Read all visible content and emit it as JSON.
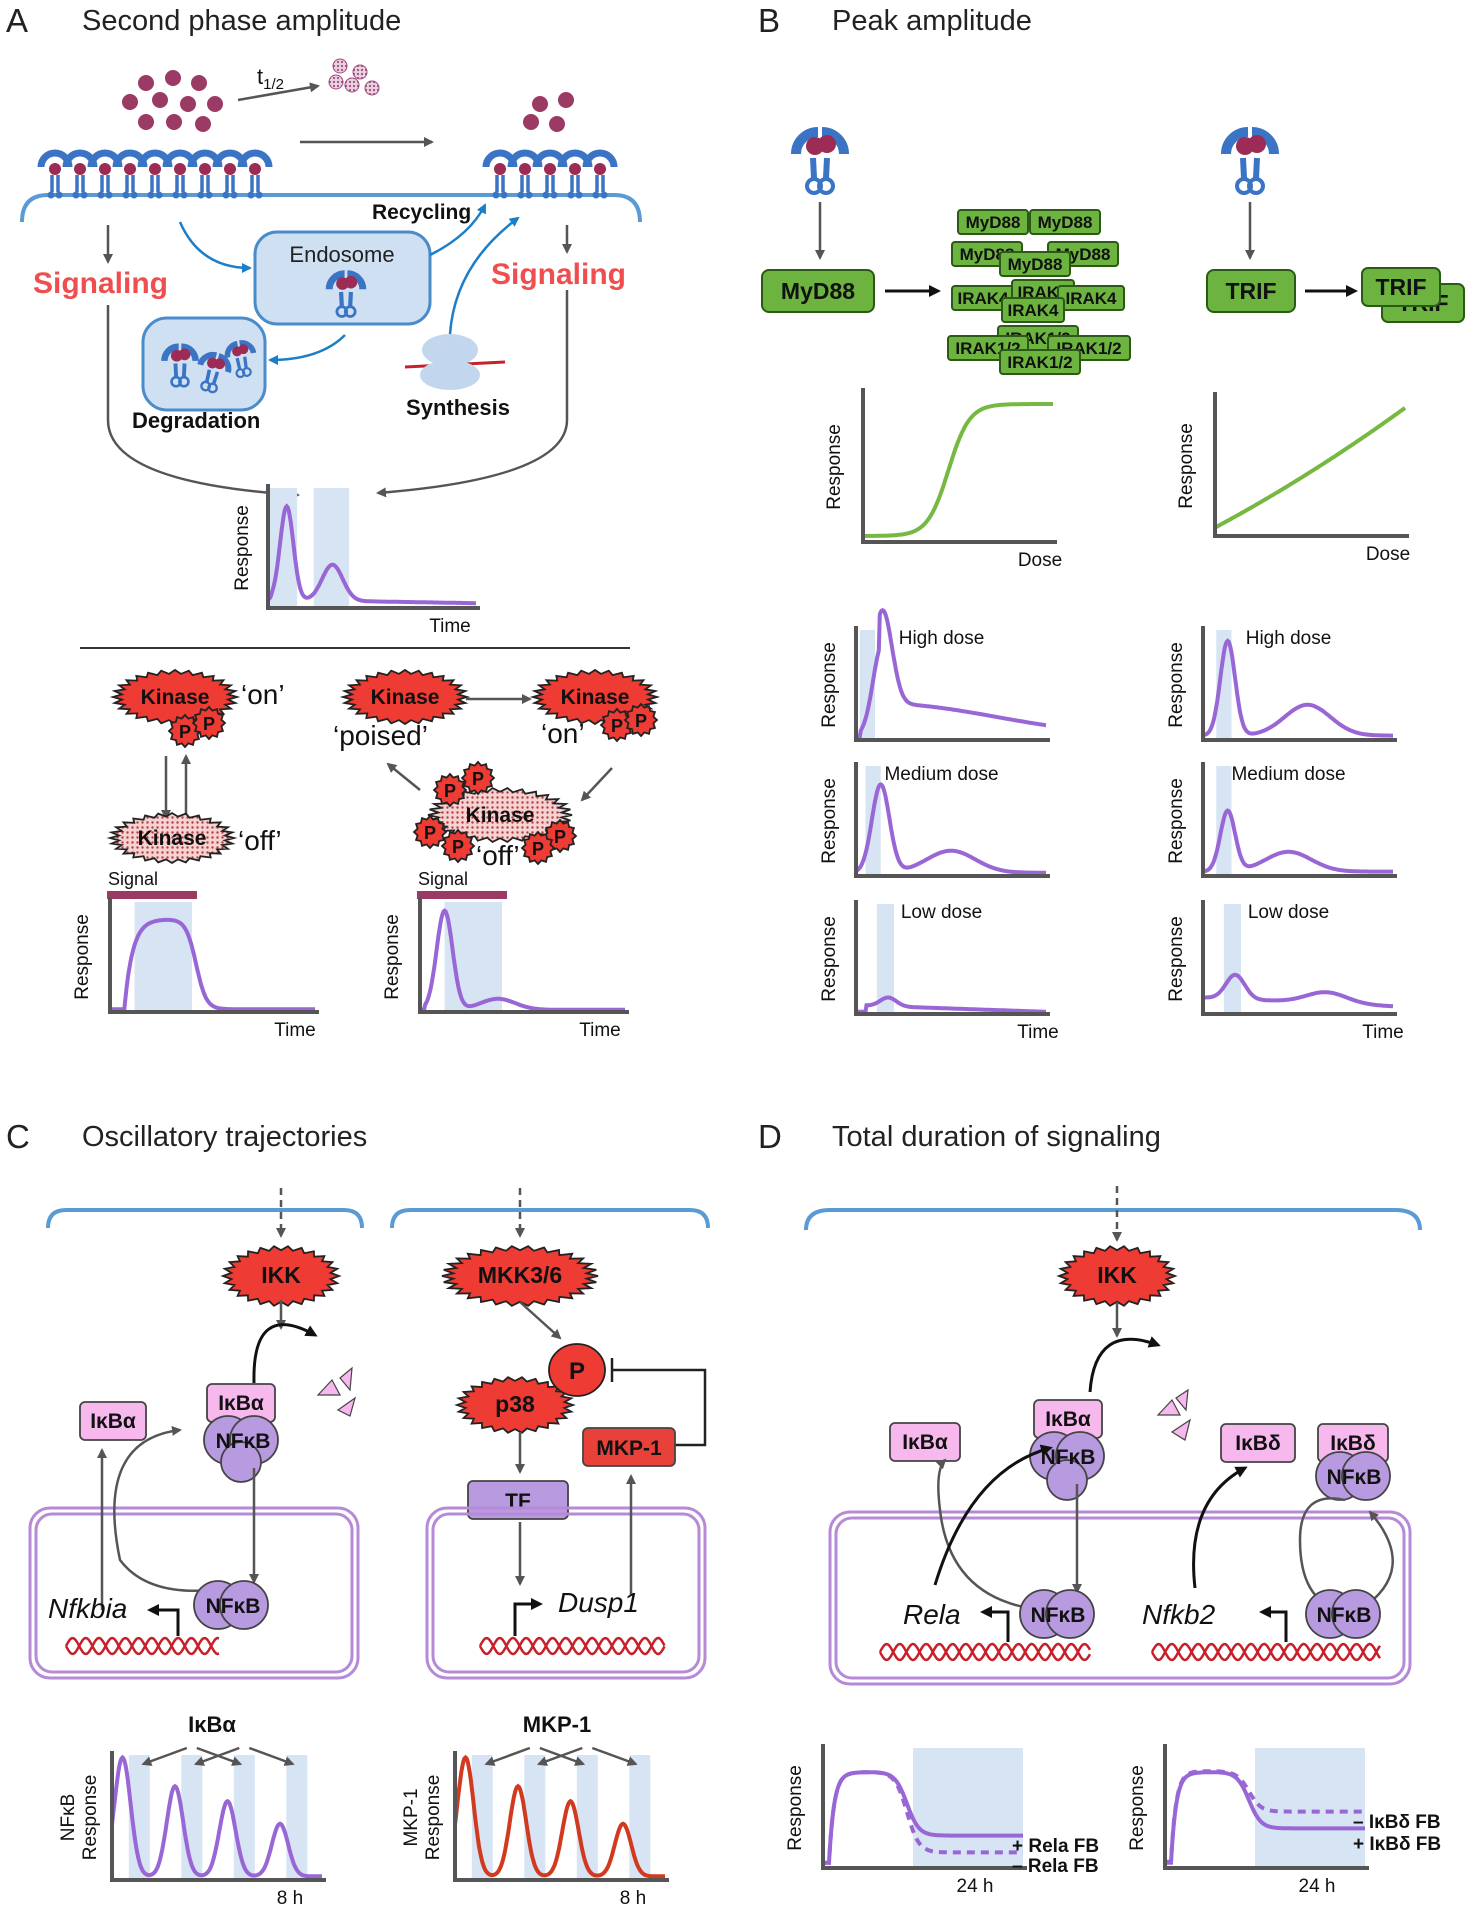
{
  "panelA": {
    "letter": "A",
    "title": "Second phase amplitude",
    "halflife": "t1/2",
    "t": "t",
    "t_sub": "1/2",
    "recycling": "Recycling",
    "endosome": "Endosome",
    "signaling": "Signaling",
    "degradation": "Degradation",
    "synthesis": "Synthesis",
    "response": "Response",
    "time": "Time",
    "kinase": "Kinase",
    "p": "P",
    "on": "‘on’",
    "off": "‘off’",
    "poised": "‘poised’",
    "signal": "Signal"
  },
  "panelB": {
    "letter": "B",
    "title": "Peak amplitude",
    "myd88": "MyD88",
    "irak4": "IRAK4",
    "irak12": "IRAK1/2",
    "trif": "TRIF",
    "response": "Response",
    "dose": "Dose",
    "time": "Time",
    "high": "High dose",
    "medium": "Medium dose",
    "low": "Low dose"
  },
  "panelC": {
    "letter": "C",
    "title": "Oscillatory trajectories",
    "ikk": "IKK",
    "ikba": "IκBα",
    "nfkb": "NFκB",
    "nfkbia": "Nfkbia",
    "mkk36": "MKK3/6",
    "p38": "p38",
    "p": "P",
    "tf": "TF",
    "mkp1": "MKP-1",
    "dusp1": "Dusp1",
    "plot1_title": "IκBα",
    "plot2_title": "MKP-1",
    "ylab1a": "NFκB",
    "ylab2a": "MKP-1",
    "response": "Response",
    "xend": "8 h"
  },
  "panelD": {
    "letter": "D",
    "title": "Total duration of signaling",
    "ikk": "IKK",
    "ikba": "IκBα",
    "ikbd": "IκBδ",
    "nfkb": "NFκB",
    "rela": "Rela",
    "nfkb2": "Nfkb2",
    "response": "Response",
    "xend": "24 h",
    "leg1a": "+ Rela FB",
    "leg1b": "– Rela FB",
    "leg2a": "– IκBδ FB",
    "leg2b": "+ IκBδ FB"
  }
}
